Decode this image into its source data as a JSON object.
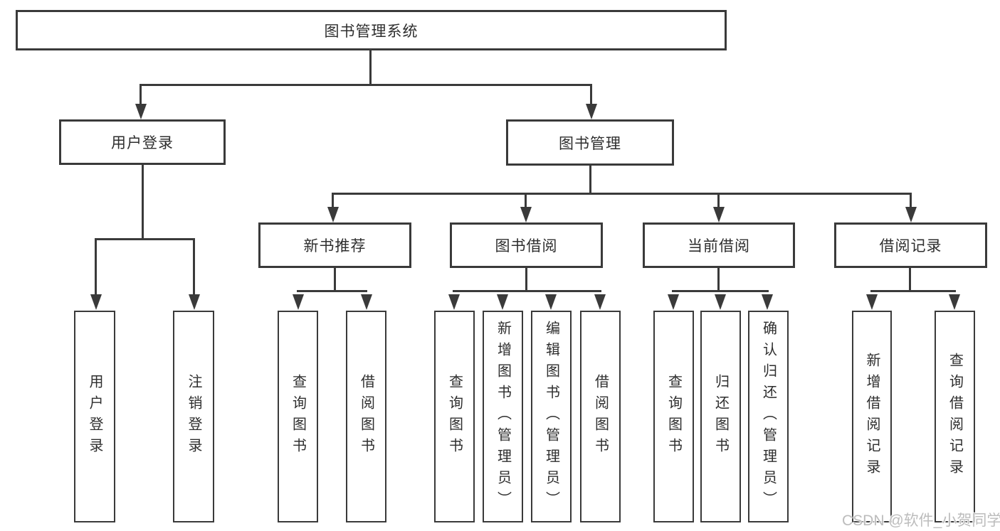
{
  "diagram": {
    "root": {
      "label": "图书管理系统"
    },
    "level2": {
      "user_login": {
        "label": "用户登录"
      },
      "book_management": {
        "label": "图书管理"
      }
    },
    "level3": {
      "new_book_recommend": {
        "label": "新书推荐"
      },
      "book_borrowing": {
        "label": "图书借阅"
      },
      "current_borrowing": {
        "label": "当前借阅"
      },
      "borrowing_records": {
        "label": "借阅记录"
      }
    },
    "leaves": {
      "user_login": {
        "label": "用户登录"
      },
      "logout": {
        "label": "注销登录"
      },
      "recommend_query_books": {
        "label": "查询图书"
      },
      "recommend_borrow_books": {
        "label": "借阅图书"
      },
      "borrow_query_books": {
        "label": "查询图书"
      },
      "borrow_add_books_admin": {
        "label": "新增图书（管理员）"
      },
      "borrow_edit_books_admin": {
        "label": "编辑图书（管理员）"
      },
      "borrow_borrow_books": {
        "label": "借阅图书"
      },
      "current_query_books": {
        "label": "查询图书"
      },
      "current_return_books": {
        "label": "归还图书"
      },
      "current_confirm_return_admin": {
        "label": "确认归还（管理员）"
      },
      "records_add_record": {
        "label": "新增借阅记录"
      },
      "records_query_record": {
        "label": "查询借阅记录"
      }
    },
    "watermark": "CSDN @软件_小贺同学"
  }
}
